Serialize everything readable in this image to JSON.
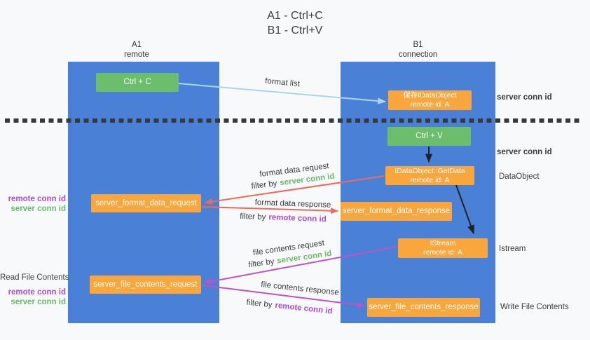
{
  "title": {
    "line1": "A1 - Ctrl+C",
    "line2": "B1 - Ctrl+V"
  },
  "lanes": {
    "left": {
      "name": "A1",
      "role": "remote"
    },
    "right": {
      "name": "B1",
      "role": "connection"
    }
  },
  "boxes": {
    "ctrl_c": "Ctrl + C",
    "ctrl_v": "Ctrl + V",
    "save_dataobject": {
      "line1": "保存IDataObject",
      "line2": "remote id: A"
    },
    "getdata": {
      "line1": "IDataObject::GetData",
      "line2": "remote id: A"
    },
    "istream": {
      "line1": "IStream",
      "line2": "remote id: A"
    },
    "format_request": "server_format_data_request",
    "format_response": "server_format_data_response",
    "file_request": "server_file_contents_request",
    "file_response": "server_file_contents_response"
  },
  "arrow_labels": {
    "format_list": "format list",
    "format_data_request": "format data request",
    "format_data_response": "format data response",
    "file_contents_request": "file contents request",
    "file_contents_response": "file contents response",
    "filter_by": "filter by",
    "server_conn_id": "server conn id",
    "remote_conn_id": "remote conn id"
  },
  "side_labels": {
    "server_conn_id": "server conn id",
    "remote_conn_id": "remote conn id",
    "dataobject": "DataObject",
    "istream": "Istream",
    "read_file": "Read File Contents",
    "write_file": "Write File Contents"
  },
  "colors": {
    "lane_blue": "#4a81d6",
    "box_green": "#6cbd6c",
    "box_orange": "#f9a63d",
    "arrow_light_blue": "#a9d3f2",
    "arrow_red": "#ee6a5f",
    "arrow_magenta": "#bd53c5",
    "arrow_black": "#222222",
    "text_green": "#6abc6a",
    "text_purple": "#ae4bce",
    "text_dark": "#3c3c3c",
    "bg": "#f8f9fb"
  }
}
